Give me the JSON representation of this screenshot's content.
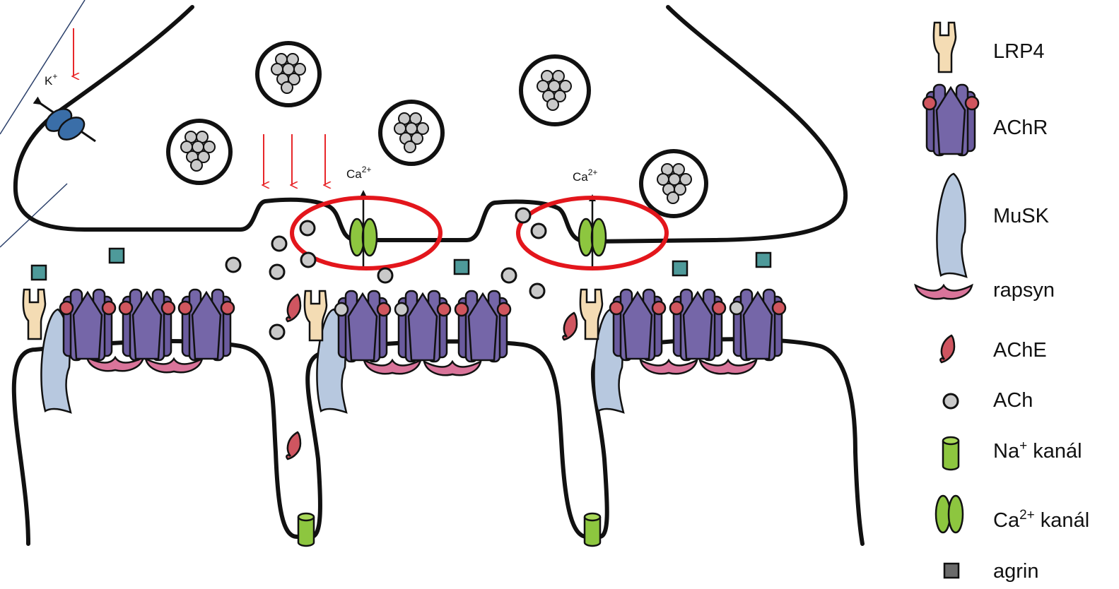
{
  "ion_labels": {
    "potassium": {
      "base": "K",
      "sup": "+"
    },
    "calcium_left": {
      "base": "Ca",
      "sup": "2+"
    },
    "calcium_right": {
      "base": "Ca",
      "sup": "2+"
    }
  },
  "legend": {
    "lrp4": {
      "text": "LRP4",
      "sup": ""
    },
    "achr": {
      "text": "AChR",
      "sup": ""
    },
    "musk": {
      "text": "MuSK",
      "sup": ""
    },
    "rapsyn": {
      "text": "rapsyn",
      "sup": ""
    },
    "ache": {
      "text": "AChE",
      "sup": ""
    },
    "ach": {
      "text": "ACh",
      "sup": ""
    },
    "na_channel": {
      "pre": "Na",
      "sup": "+",
      "post": " kanál"
    },
    "ca_channel": {
      "pre": "Ca",
      "sup": "2+",
      "post": " kanál"
    },
    "agrin": {
      "text": "agrin",
      "sup": ""
    }
  },
  "colors": {
    "outline": "#111111",
    "arrow_red": "#e8272a",
    "highlight_ring": "#e3161c",
    "lrp4": "#f4dcb4",
    "achr": "#7566a8",
    "achr_dark": "#5d4f94",
    "achr_tip": "#d0565e",
    "musk": "#b7c8df",
    "rapsyn": "#d9749a",
    "ache": "#cf5560",
    "ach": "#c9c9c9",
    "channel_green": "#8dc63f",
    "k_channel": "#3a6ea8",
    "agrin": "#4e9a9a",
    "agrin_legend": "#6b6b6b"
  }
}
